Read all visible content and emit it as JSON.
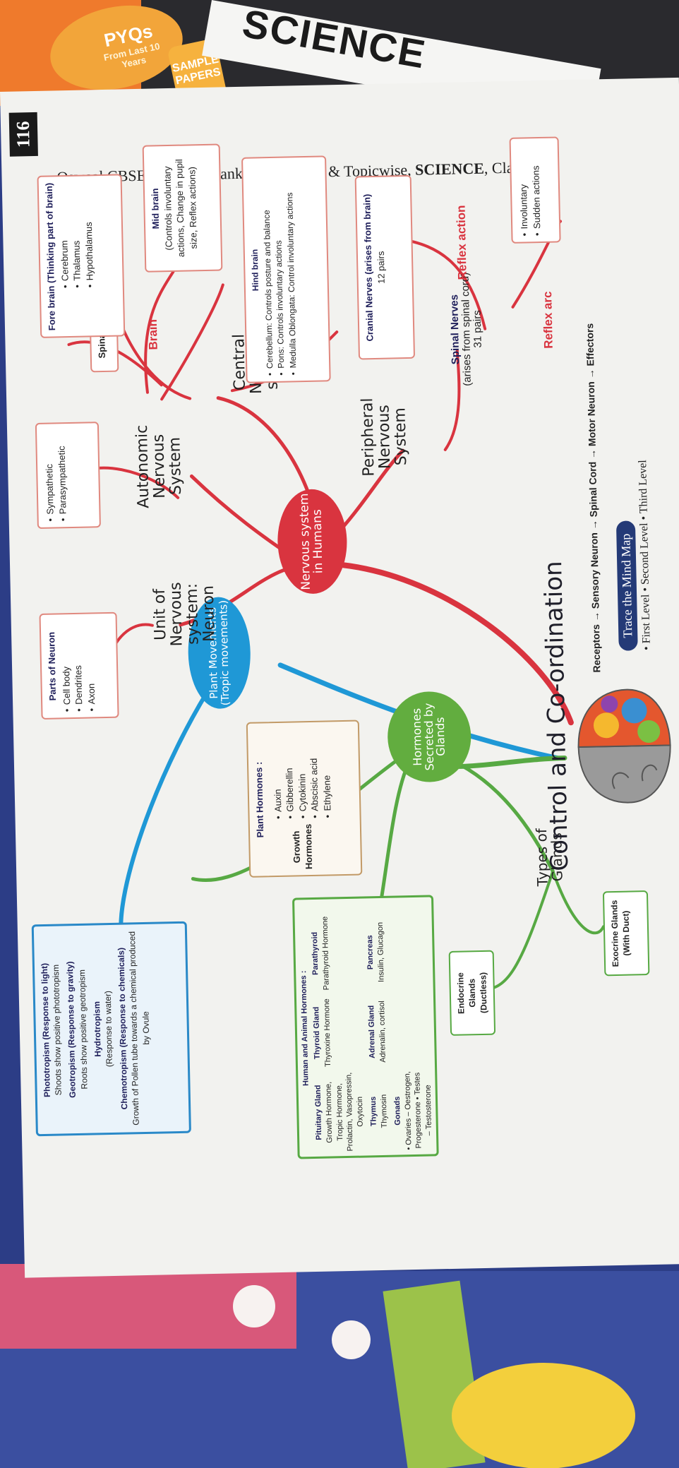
{
  "cover": {
    "series_word": "SCIENCE",
    "badge_title": "PYQs",
    "badge_sub": "From Last 10 Years",
    "sample_badge": "SAMPLE PAPERS"
  },
  "header": {
    "page_number": "116",
    "title_prefix": "Oswaal CBSE Question Bank Chapterwise & Topicwise, ",
    "title_bold": "SCIENCE",
    "title_suffix": ", Class-X"
  },
  "center": {
    "title": "Control and Co-ordination"
  },
  "nodes": {
    "plant_movements": "Plant Movements (Tropic movements)",
    "hormones_glands": "Hormones Secreted by Glands",
    "types_of_glands": "Types of Glands",
    "nervous_system": "Nervous system in Humans",
    "unit_nervous": "Unit of Nervous system: Neuron",
    "autonomic": "Autonomic Nervous System",
    "central": "Central Nervous system",
    "peripheral": "Peripheral Nervous System",
    "brain": "Brain",
    "spinal_cord": "Spinal cord",
    "reflex_action": "Reflex action",
    "reflex_arc": "Reflex arc"
  },
  "tropisms": {
    "items": [
      {
        "title": "Phototropism (Response to light)",
        "desc": "Shoots show positive phototropism"
      },
      {
        "title": "Geotropism (Response to gravity)",
        "desc": "Roots show positive geotropism"
      },
      {
        "title": "Hydrotropism",
        "desc": "(Response to water)"
      },
      {
        "title": "Chemotropism (Response to chemicals)",
        "desc": "Growth of Pollen tube towards a chemical produced by Ovule"
      }
    ]
  },
  "plant_hormones": {
    "title": "Plant Hormones :",
    "group": "Growth Hormones",
    "items": [
      "Auxin",
      "Gibberellin",
      "Cytokinin",
      "Abscisic acid",
      "Ethylene"
    ]
  },
  "animal_hormones": {
    "title": "Human and Animal Hormones :",
    "glands": [
      {
        "name": "Pituitary Gland",
        "hormones": "Growth Hormone, Tropic Hormone, Prolactin, Vasopressin, Oxytocin"
      },
      {
        "name": "Thyroid Gland",
        "hormones": "Thyroxine Hormone"
      },
      {
        "name": "Parathyroid",
        "hormones": "Parathyroid Hormone"
      },
      {
        "name": "Thymus",
        "hormones": "Thymosin"
      },
      {
        "name": "Adrenal Gland",
        "hormones": "Adrenalin, cortisol"
      },
      {
        "name": "Pancreas",
        "hormones": "Insulin, Glucagon"
      },
      {
        "name": "Gonads",
        "hormones": "• Ovaries – Oestrogen, Progesterone  • Testes – Testosterone"
      }
    ]
  },
  "gland_types": {
    "endocrine": "Endocrine Glands (Ductless)",
    "exocrine": "Exocrine Glands (With Duct)"
  },
  "neuron": {
    "title": "Parts of Neuron",
    "items": [
      "Cell body",
      "Dendrites",
      "Axon"
    ]
  },
  "autonomic_parts": {
    "items": [
      "Sympathetic",
      "Parasympathetic"
    ]
  },
  "fore_brain": {
    "title": "Fore brain (Thinking part of brain)",
    "items": [
      "Cerebrum",
      "Thalamus",
      "Hypothalamus"
    ]
  },
  "mid_brain": {
    "title": "Mid brain",
    "desc": "(Controls involuntary actions, Change in pupil size, Reflex actions)"
  },
  "hind_brain": {
    "title": "Hind brain",
    "items": [
      "Cerebellum: Controls posture and balance",
      "Pons: Controls involuntary actions",
      "Medulla Oblongata: Control involuntary actions"
    ]
  },
  "cranial": {
    "title": "Cranial Nerves (arises from brain)",
    "desc": "12 pairs"
  },
  "spinal_nerves": {
    "title": "Spinal Nerves",
    "desc": "(arises from spinal cord)",
    "pairs": "31 pairs"
  },
  "reflex_types": {
    "items": [
      "Involuntary",
      "Sudden actions"
    ]
  },
  "flow": {
    "text": "Receptors → Sensory Neuron → Spinal Cord → Motor Neuron → Effectors"
  },
  "trace": {
    "title": "Trace the Mind Map",
    "levels": [
      "First Level",
      "Second Level",
      "Third Level"
    ]
  }
}
